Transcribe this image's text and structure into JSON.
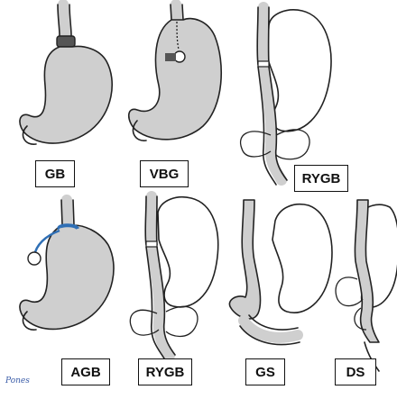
{
  "procedures": [
    {
      "abbr": "GB"
    },
    {
      "abbr": "VBG"
    },
    {
      "abbr": "RYGB"
    },
    {
      "abbr": "AGB"
    },
    {
      "abbr": "RYGB"
    },
    {
      "abbr": "GS"
    },
    {
      "abbr": "DS"
    }
  ],
  "signature": "Pones",
  "colors": {
    "stomach_fill": "#cfcfcf",
    "band": "#2f6fb5",
    "outline": "#222222"
  }
}
